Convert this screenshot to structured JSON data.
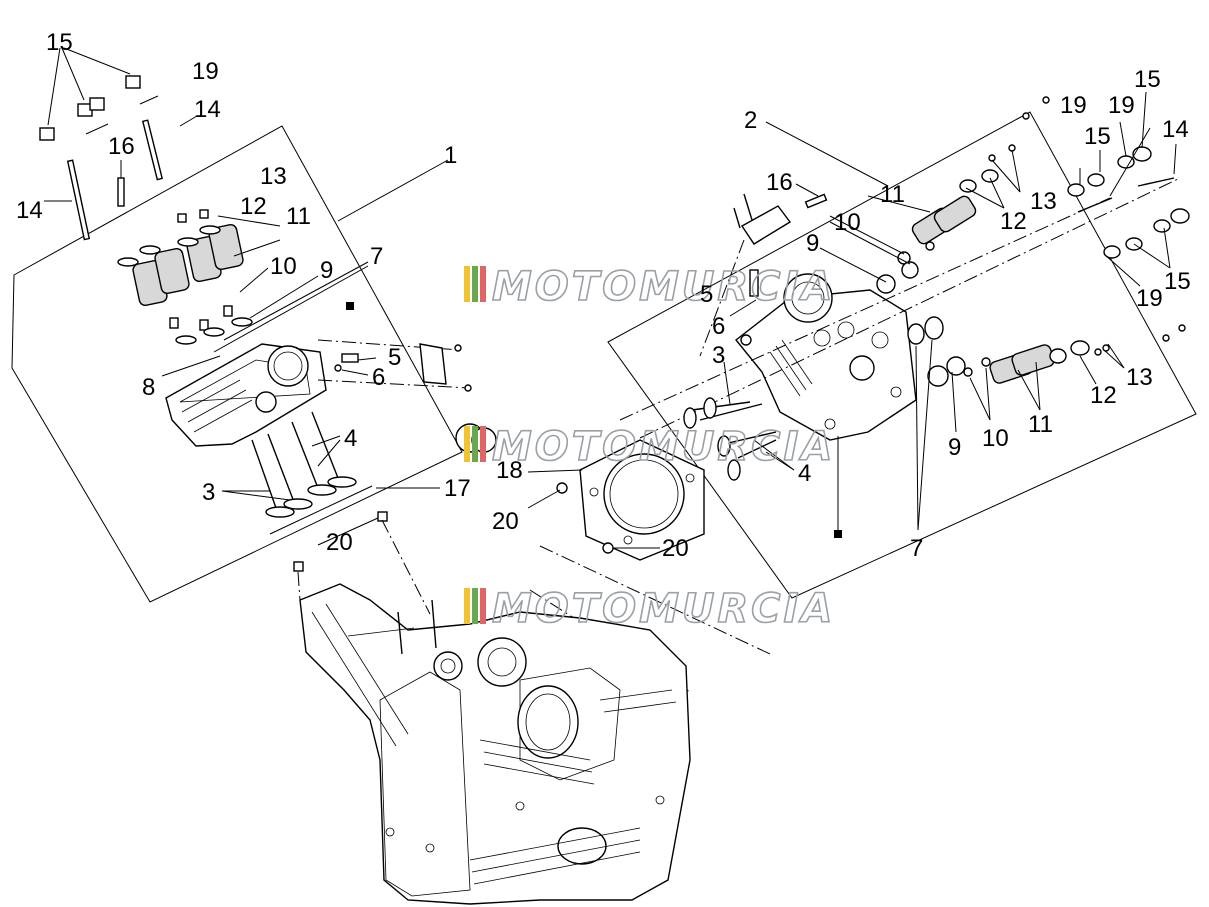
{
  "watermark": "MOTOMURCIA",
  "colors": {
    "line": "#000000",
    "watermark_outline": "#9aa0a6",
    "flag_yellow": "#f1c232",
    "flag_green": "#6aa84f",
    "flag_red": "#e06666"
  },
  "callouts": {
    "front": {
      "c15": "15",
      "c19": "19",
      "c14a": "14",
      "c14b": "14",
      "c16": "16",
      "c1": "1",
      "c13": "13",
      "c12": "12",
      "c11": "11",
      "c10": "10",
      "c9": "9",
      "c7": "7",
      "c5": "5",
      "c6": "6",
      "c8": "8",
      "c4": "4",
      "c3": "3",
      "c17": "17",
      "c20": "20"
    },
    "rear": {
      "c2": "2",
      "c19a": "19",
      "c19b": "19",
      "c15a": "15",
      "c15b": "15",
      "c14": "14",
      "c16": "16",
      "c11a": "11",
      "c13a": "13",
      "c12a": "12",
      "c10a": "10",
      "c9a": "9",
      "c5": "5",
      "c6": "6",
      "c3": "3",
      "c18": "18",
      "c4": "4",
      "c20a": "20",
      "c20b": "20",
      "c19c": "19",
      "c15c": "15",
      "c13b": "13",
      "c12b": "12",
      "c11b": "11",
      "c10b": "10",
      "c9b": "9",
      "c7": "7"
    }
  }
}
